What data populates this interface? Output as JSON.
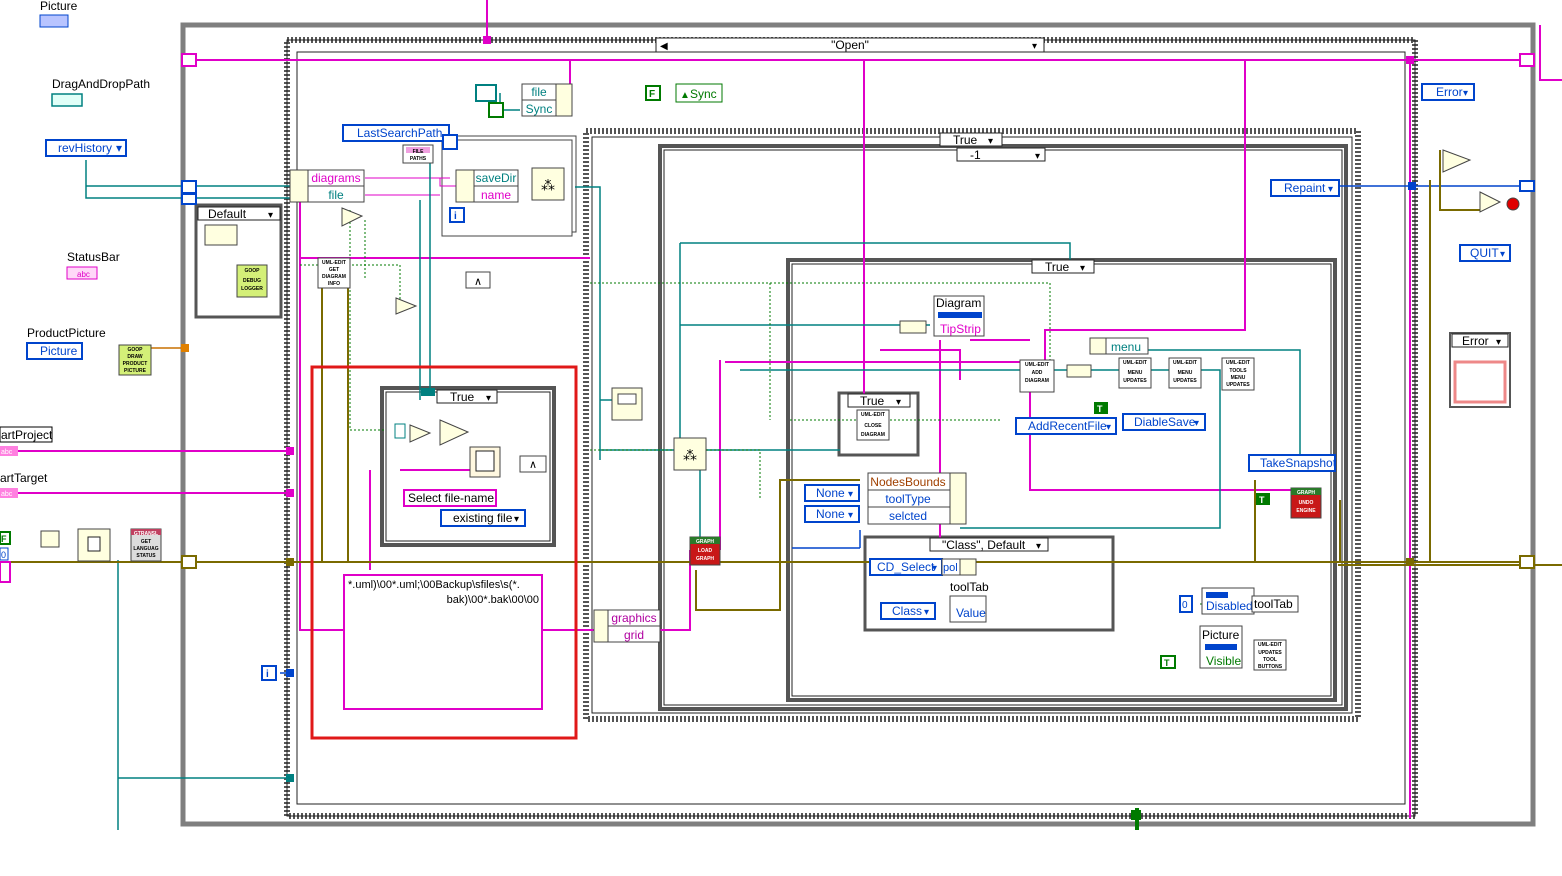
{
  "colors": {
    "refnum": "#0044cc",
    "string": "#e000c8",
    "path": "#008080",
    "cluster": "#7a6a00",
    "bool": "#007a00",
    "error": "#c00000",
    "frame": "#777777",
    "highlight": "#e01818"
  },
  "left_terminals": {
    "picture": "Picture",
    "drag_drop_path": "DragAndDropPath",
    "rev_history": "revHistory",
    "status_bar": "StatusBar",
    "status_bar_type": "abc",
    "product_picture": "ProductPicture",
    "product_picture_ref": "Picture",
    "start_project": "artProject",
    "start_target": "artTarget",
    "abc_a": "abc",
    "abc_b": "abc",
    "bool_f": "F",
    "num_0": "0"
  },
  "outer_case": {
    "selector": "\"Open\"",
    "info_i": "i"
  },
  "open_frame": {
    "default_case": "Default",
    "goop_debug": [
      "GOOP",
      "DEBUG",
      "LOGGER"
    ],
    "goop_draw": [
      "GOOP",
      "DRAW",
      "PRODUCT",
      "PICTURE"
    ],
    "gt_get_status": [
      "GTRANSL",
      "GET",
      "LANGUAG",
      "STATUS"
    ],
    "diagrams_cluster": [
      "diagrams",
      "file"
    ],
    "uml_get_info": [
      "UML-EDIT",
      "GET",
      "DIAGRAM",
      "INFO"
    ],
    "file_sync": [
      "file",
      "Sync"
    ],
    "bool_const_f": "F",
    "sync_prop": "Sync",
    "last_search_path": "LastSearchPath",
    "file_paths": [
      "FILE",
      "PATHS"
    ],
    "save_fields": [
      "saveDir",
      "name"
    ],
    "info_i": "i",
    "inner_true": "True",
    "dialog_prompt": "Select file-name",
    "dialog_mode": "existing file",
    "file_pattern_line1": "*.uml)\\00*.uml;\\00Backup\\sfiles\\s(*.",
    "file_pattern_line2": "bak)\\00*.bak\\00\\00",
    "graphics_cluster": [
      "graphics",
      "grid"
    ]
  },
  "middle": {
    "case_true": "True",
    "case_minus1": "-1",
    "inner_true": "True",
    "diagram_label": "Diagram",
    "tipstrip": "TipStrip",
    "menu": "menu",
    "add_diagram": [
      "UML-EDIT",
      "ADD",
      "DIAGRAM"
    ],
    "menu_updates_1": [
      "UML-EDIT",
      "MENU",
      "UPDATES"
    ],
    "menu_updates_2": [
      "UML-EDIT",
      "MENU",
      "UPDATES"
    ],
    "tools_menu_updates": [
      "UML-EDIT",
      "TOOLS",
      "MENU",
      "UPDATES"
    ],
    "case_true_small": "True",
    "close_diagram": [
      "UML-EDIT",
      "CLOSE",
      "DIAGRAM"
    ],
    "add_recent_file": "AddRecentFile",
    "diable_save": "DiableSave",
    "bool_t": "T",
    "none_1": "None",
    "none_2": "None",
    "nodes_cluster": [
      "NodesBounds",
      "toolType",
      "selcted"
    ],
    "class_default": "\"Class\", Default",
    "cd_select": "CD_Select",
    "pol": "pol",
    "tool_tab": "toolTab",
    "class_enum": "Class",
    "value": "Value",
    "load_graph": [
      "GRAPH",
      "LOAD",
      "GRAPH"
    ],
    "take_snapshot": "TakeSnapshot",
    "undo_engine": [
      "GRAPH",
      "UNDO",
      "ENGINE"
    ],
    "repaint": "Repaint",
    "num_zero": "0",
    "disabled": "Disabled",
    "tooltab_prop": "toolTab",
    "picture_label": "Picture",
    "visible": "Visible",
    "update_tool_buttons": [
      "UML-EDIT",
      "UPDATES",
      "TOOL",
      "BUTTONS"
    ]
  },
  "right_panel": {
    "error_1": "Error",
    "error_2": "Error",
    "quit": "QUIT"
  }
}
